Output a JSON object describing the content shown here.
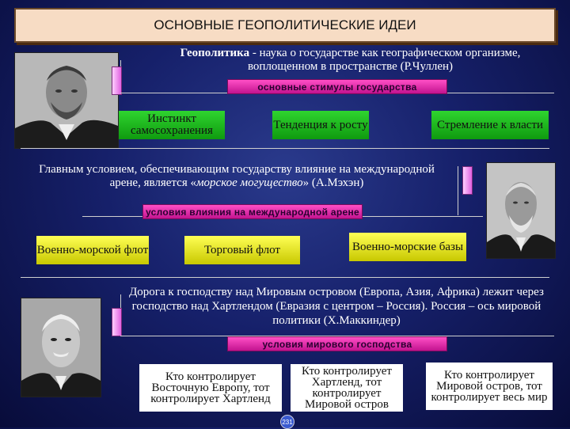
{
  "title": "ОСНОВНЫЕ ГЕОПОЛИТИЧЕСКИЕ ИДЕИ",
  "section1": {
    "term": "Геополитика",
    "definition": " - наука о государстве как географическом организме, воплощенном в пространстве (Р.Чуллен)",
    "banner": "основные стимулы государства",
    "boxes": [
      "Инстинкт самосохранения",
      "Тенденция к росту",
      "Стремление к власти"
    ]
  },
  "section2": {
    "text_before": "Главным условием, обеспечивающим государству влияние на международной арене, является «",
    "text_italic": "морское могущество",
    "text_after": "» (А.Мэхэн)",
    "banner": "условия влияния на международной арене",
    "boxes": [
      "Военно-морской флот",
      "Торговый флот",
      "Военно-морские базы"
    ]
  },
  "section3": {
    "text": "Дорога к господству над Мировым островом (Европа, Азия, Африка) лежит через господство над Хартлендом (Евразия с центром – Россия). Россия – ось мировой политики (Х.Маккиндер)",
    "banner": "условия мирового господства",
    "boxes": [
      "Кто контролирует Восточную Европу, тот контролирует Хартленд",
      "Кто контролирует Хартленд, тот контролирует Мировой остров",
      "Кто контролирует Мировой остров, тот контролирует весь мир"
    ]
  },
  "page_number": "231"
}
